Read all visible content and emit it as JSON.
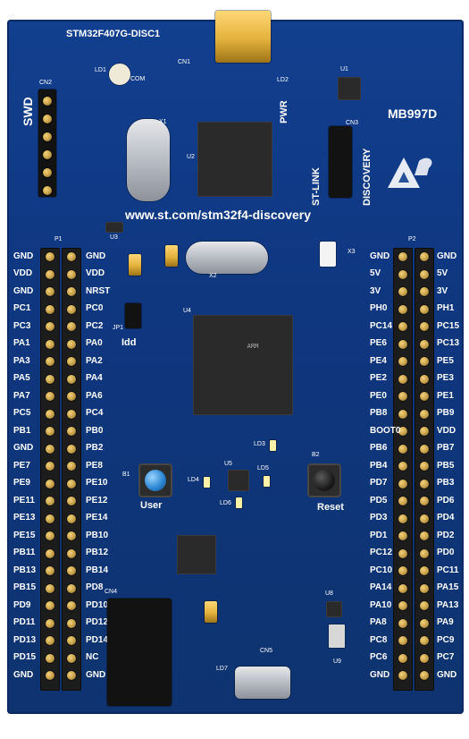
{
  "board": {
    "model": "STM32F407G-DISC1",
    "url": "www.st.com/stm32f4-discovery",
    "code": "MB997D"
  },
  "labels": {
    "swd": "SWD",
    "cn1": "CN1",
    "cn2": "CN2",
    "cn3": "CN3",
    "cn4": "CN4",
    "cn5": "CN5",
    "p1": "P1",
    "p2": "P2",
    "x1": "X1",
    "x2": "X2",
    "x3": "X3",
    "u1": "U1",
    "u2": "U2",
    "u3": "U3",
    "u4": "U4",
    "u5": "U5",
    "u8": "U8",
    "u9": "U9",
    "stlink": "ST-LINK",
    "discovery": "DISCOVERY",
    "pwr": "PWR",
    "com": "COM",
    "idd": "Idd",
    "jp1": "JP1",
    "user": "User",
    "reset": "Reset",
    "b1": "B1",
    "b2": "B2",
    "ld1": "LD1",
    "ld2": "LD2",
    "ld3": "LD3",
    "ld4": "LD4",
    "ld5": "LD5",
    "ld6": "LD6",
    "ld7": "LD7",
    "arm": "ARM"
  },
  "left_header": {
    "outer": [
      "GND",
      "VDD",
      "GND",
      "PC1",
      "PC3",
      "PA1",
      "PA3",
      "PA5",
      "PA7",
      "PC5",
      "PB1",
      "GND",
      "PE7",
      "PE9",
      "PE11",
      "PE13",
      "PE15",
      "PB11",
      "PB13",
      "PB15",
      "PD9",
      "PD11",
      "PD13",
      "PD15",
      "GND"
    ],
    "inner": [
      "GND",
      "VDD",
      "NRST",
      "PC0",
      "PC2",
      "PA0",
      "PA2",
      "PA4",
      "PA6",
      "PC4",
      "PB0",
      "PB2",
      "PE8",
      "PE10",
      "PE12",
      "PE14",
      "PB10",
      "PB12",
      "PB14",
      "PD8",
      "PD10",
      "PD12",
      "PD14",
      "NC",
      "GND"
    ]
  },
  "right_header": {
    "inner": [
      "GND",
      "5V",
      "3V",
      "PH0",
      "PC14",
      "PE6",
      "PE4",
      "PE2",
      "PE0",
      "PB8",
      "BOOT0",
      "PB6",
      "PB4",
      "PD7",
      "PD5",
      "PD3",
      "PD1",
      "PC12",
      "PC10",
      "PA14",
      "PA10",
      "PA8",
      "PC8",
      "PC6",
      "GND"
    ],
    "outer": [
      "GND",
      "5V",
      "3V",
      "PH1",
      "PC15",
      "PC13",
      "PE5",
      "PE3",
      "PE1",
      "PB9",
      "VDD",
      "PB7",
      "PB5",
      "PB3",
      "PD6",
      "PD4",
      "PD2",
      "PD0",
      "PC11",
      "PA15",
      "PA13",
      "PA9",
      "PC9",
      "PC7",
      "GND"
    ]
  },
  "colors": {
    "pcb_blue": "#123f8f",
    "gold": "#e3b23b",
    "chip": "#2a2a2a",
    "silk": "#ffffff"
  }
}
